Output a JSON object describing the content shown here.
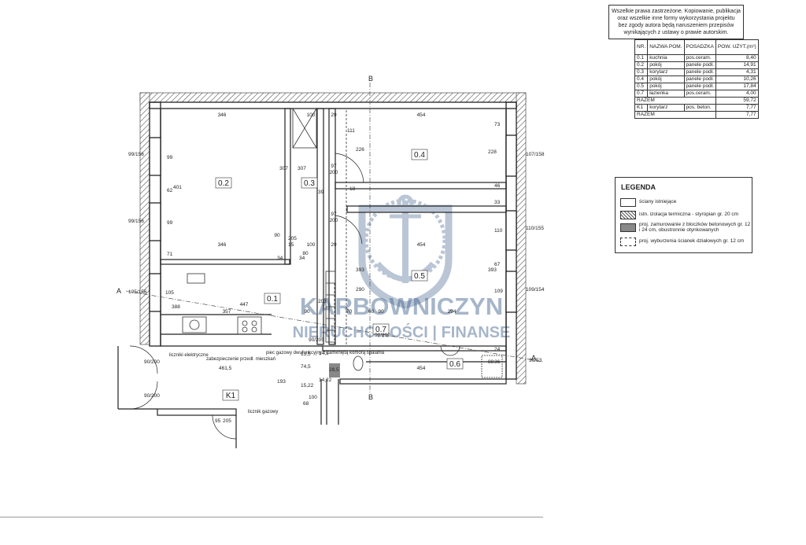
{
  "copyright": {
    "line1": "Wszelkie prawa zastrzeżone. Kopiowanie, publikacja",
    "line2": "oraz wszelkie inne formy wykorzystania projektu",
    "line3": "bez zgody autora będą naruszeniem przepisów",
    "line4": "wynikających z ustawy o prawie autorskim."
  },
  "room_table": {
    "headers": {
      "nr": "NR.",
      "name": "NAZWA POM.",
      "floor": "POSADZKA",
      "area": "POW. UŻYT.(m²)"
    },
    "rows": [
      {
        "nr": "0.1",
        "name": "kuchnia",
        "floor": "pos.ceram.",
        "area": "8,40"
      },
      {
        "nr": "0.2",
        "name": "pokój",
        "floor": "panele podł.",
        "area": "14,91"
      },
      {
        "nr": "0.3",
        "name": "korytarz",
        "floor": "panele podł.",
        "area": "4,31"
      },
      {
        "nr": "0.4",
        "name": "pokój",
        "floor": "panele podł.",
        "area": "10,26"
      },
      {
        "nr": "0.5",
        "name": "pokój",
        "floor": "panele podł.",
        "area": "17,84"
      },
      {
        "nr": "0.7",
        "name": "łazienka",
        "floor": "pos.ceram.",
        "area": "4,00"
      }
    ],
    "total1": {
      "label": "RAZEM",
      "area": "59,72"
    },
    "k1": {
      "nr": "K1",
      "name": "korytarz",
      "floor": "pos. beton.",
      "area": "7,77"
    },
    "total2": {
      "label": "RAZEM",
      "area": "7,77"
    }
  },
  "legend": {
    "title": "LEGENDA",
    "items": [
      {
        "text": "ściany istniejące"
      },
      {
        "text": "istn. izolacja termiczna - styropian gr. 20 cm"
      },
      {
        "text": "proj. zamurowanie z bloczków betonowych gr. 12 i 24 cm, obustronnie otynkowanych"
      },
      {
        "text": "proj. wyburzenia ścianek działowych gr. 12 cm"
      }
    ]
  },
  "watermark": {
    "brand": "KARBOWNICZYN",
    "tagline": "NIERUCHOMOŚCI | FINANSE",
    "brand_color": "#3b5f8a"
  },
  "plan": {
    "section_marks": {
      "b_top": "B",
      "b_bottom": "B",
      "a_left": "A",
      "a_right": "A"
    },
    "rooms": {
      "r02": "0.2",
      "r03": "0.3",
      "r04": "0.4",
      "r05": "0.5",
      "r01": "0.1",
      "r07": "0.7",
      "r06": "0.6",
      "k1": "K1"
    },
    "dims": {
      "d346a": "346",
      "d346b": "346",
      "d100a": "100",
      "d100b": "100",
      "d29a": "29",
      "d29b": "29",
      "d454a": "454",
      "d454b": "454",
      "d454c": "454",
      "d447": "447",
      "d357": "357",
      "d294": "294",
      "d90a": "90",
      "d90b": "90",
      "d90c": "90",
      "d97a": "97",
      "d97b": "97",
      "d200a": "200",
      "d200b": "200",
      "d307a": "307",
      "d307b": "307",
      "d401": "401",
      "d228": "228",
      "d393a": "393",
      "d393b": "393",
      "d110": "110",
      "d109": "109",
      "d67": "67",
      "d80": "80",
      "d71": "71",
      "d99a": "99",
      "d99b": "99",
      "d62": "62",
      "d226": "226",
      "d111": "111",
      "d73": "73",
      "d46": "46",
      "d33": "33",
      "d388": "388",
      "d105": "105",
      "d34a": "34",
      "d34b": "34",
      "d15": "15",
      "d205": "205",
      "d39": "39",
      "d18": "18",
      "d203": "203",
      "d290": "290",
      "d70": "70",
      "d60": "60",
      "d14_5": "14,5",
      "d28_5": "28,5",
      "d461_5": "461,5",
      "d193": "193",
      "d74_5": "74,5",
      "d13_5": "13,5",
      "d15_22": "15,22",
      "d14_22": "14,22",
      "d68": "68",
      "d95": "95",
      "d205b": "205",
      "d88": "88",
      "d36": "36",
      "d24": "24",
      "w99_156a": "99/156",
      "w99_156b": "99/156",
      "w105_156": "105/156",
      "w107_158": "107/158",
      "w110_155": "110/155",
      "w109_154": "109/154",
      "w36_53": "36/53",
      "door_90_200a": "90/200",
      "door_90_200b": "90/200",
      "door_90_210": "90/210",
      "door_90_205": "90/205",
      "d100c": "100"
    },
    "notes": {
      "gas_stove": "piec gazowy dwufunkcyjny z zamkniętą komorą spalania",
      "electric_meter": "liczniki elektryczne",
      "protection": "zabezpieczenie przedł. mieszkań",
      "gas_meter": "licznik gazowy"
    }
  }
}
